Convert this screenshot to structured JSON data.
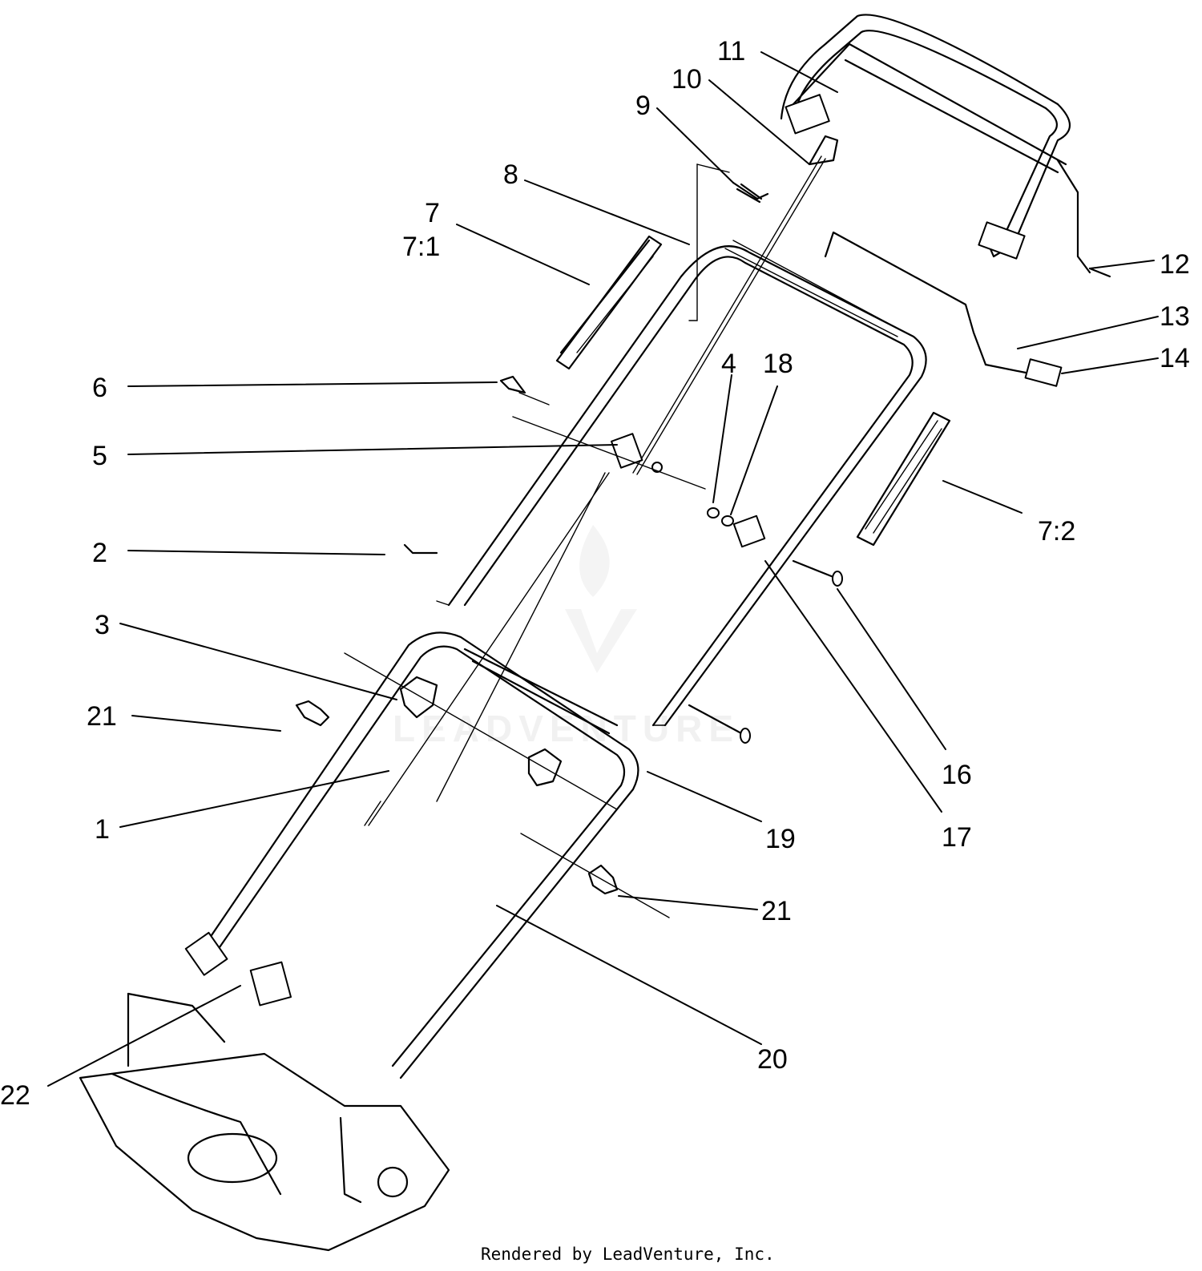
{
  "labels": {
    "l1": "1",
    "l2": "2",
    "l3": "3",
    "l4": "4",
    "l5": "5",
    "l6": "6",
    "l7": "7",
    "l7_1": "7:1",
    "l7_2": "7:2",
    "l8": "8",
    "l9": "9",
    "l10": "10",
    "l11": "11",
    "l12": "12",
    "l13": "13",
    "l14": "14",
    "l16": "16",
    "l17": "17",
    "l18": "18",
    "l19": "19",
    "l20": "20",
    "l21a": "21",
    "l21b": "21",
    "l22": "22"
  },
  "watermark": "LEADVENTURE",
  "footer": "Rendered by LeadVenture, Inc."
}
